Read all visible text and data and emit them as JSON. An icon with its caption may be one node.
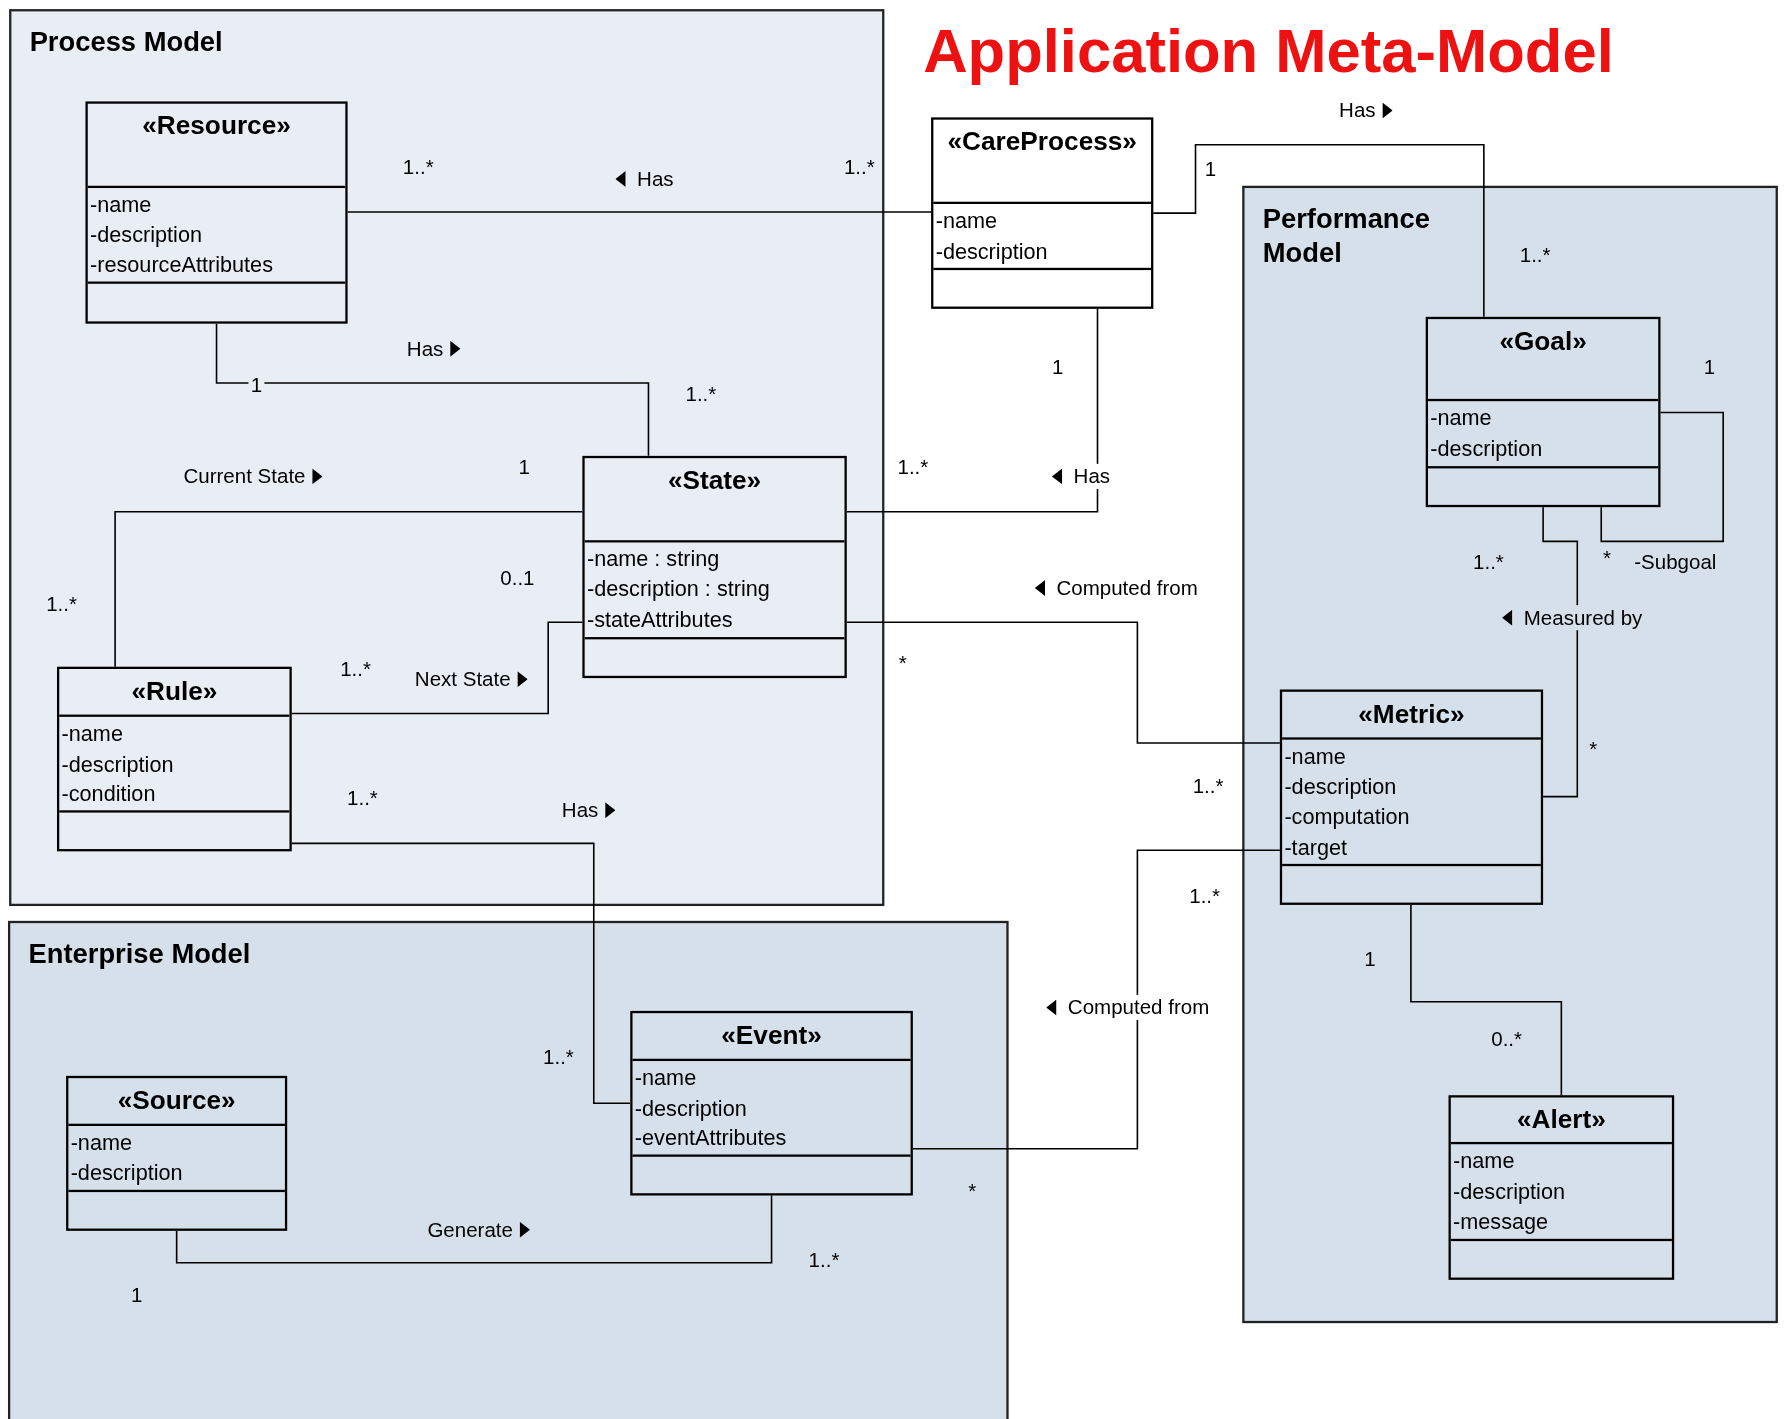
{
  "diagram": {
    "title": "Application Meta-Model",
    "nodes": [
      {
        "text": [
          "Process Model"
        ]
      },
      {
        "text": [
          "«Resource»",
          "-name",
          "-description",
          "-resourceAttributes"
        ],
        "in": 0
      },
      {
        "text": [
          "«State»",
          "-name : string",
          "-description : string",
          "-stateAttributes"
        ],
        "in": 0
      },
      {
        "text": [
          "«Rule»",
          "-name",
          "-description",
          "-condition"
        ],
        "in": 0
      },
      {
        "text": [
          "«CareProcess»",
          "-name",
          "-description"
        ]
      },
      {
        "text": [
          "Performance Model"
        ]
      },
      {
        "text": [
          "«Goal»",
          "-name",
          "-description"
        ],
        "in": 5
      },
      {
        "text": [
          "«Metric»",
          "-name",
          "-description",
          "-computation",
          "-target"
        ],
        "in": 5
      },
      {
        "text": [
          "«Alert»",
          "-name",
          "-description",
          "-message"
        ],
        "in": 5
      },
      {
        "text": [
          "Enterprise Model"
        ]
      },
      {
        "text": [
          "«Source»",
          "-name",
          "-description"
        ],
        "in": 9
      },
      {
        "text": [
          "«Event»",
          "-name",
          "-description",
          "-eventAttributes"
        ],
        "in": 9
      }
    ],
    "edges": [
      {
        "from": 1,
        "to": 4,
        "arrow": "none",
        "label": "Has"
      },
      {
        "from": 1,
        "to": 2,
        "arrow": "none",
        "label": "Has"
      },
      {
        "from": 2,
        "to": 3,
        "arrow": "none",
        "label": "Current State"
      },
      {
        "from": 3,
        "to": 2,
        "arrow": "none",
        "label": "Next State"
      },
      {
        "from": 2,
        "to": 4,
        "arrow": "none",
        "label": "Has"
      },
      {
        "from": 4,
        "to": 6,
        "arrow": "none",
        "label": "Has"
      },
      {
        "from": 6,
        "to": 6,
        "arrow": "none",
        "label": "-Subgoal"
      },
      {
        "from": 6,
        "to": 7,
        "arrow": "none",
        "label": "Measured by"
      },
      {
        "from": 2,
        "to": 7,
        "arrow": "none",
        "label": "Computed from"
      },
      {
        "from": 7,
        "to": 8,
        "arrow": "none"
      },
      {
        "from": 3,
        "to": 11,
        "arrow": "none",
        "label": "Has"
      },
      {
        "from": 11,
        "to": 7,
        "arrow": "none",
        "label": "Computed from"
      },
      {
        "from": 10,
        "to": 11,
        "arrow": "none",
        "label": "Generate"
      }
    ],
    "labels": [
      "1..*",
      "1..*",
      "1",
      "1..*",
      "1",
      "1..*",
      "1..*",
      "0..1",
      "1..*",
      "1",
      "1",
      "1..*",
      "1",
      "*",
      "1..*",
      "*",
      "*",
      "1..*",
      "1",
      "0..*",
      "1..*",
      "1..*",
      "*",
      "1..*",
      "1",
      "1..*"
    ]
  }
}
